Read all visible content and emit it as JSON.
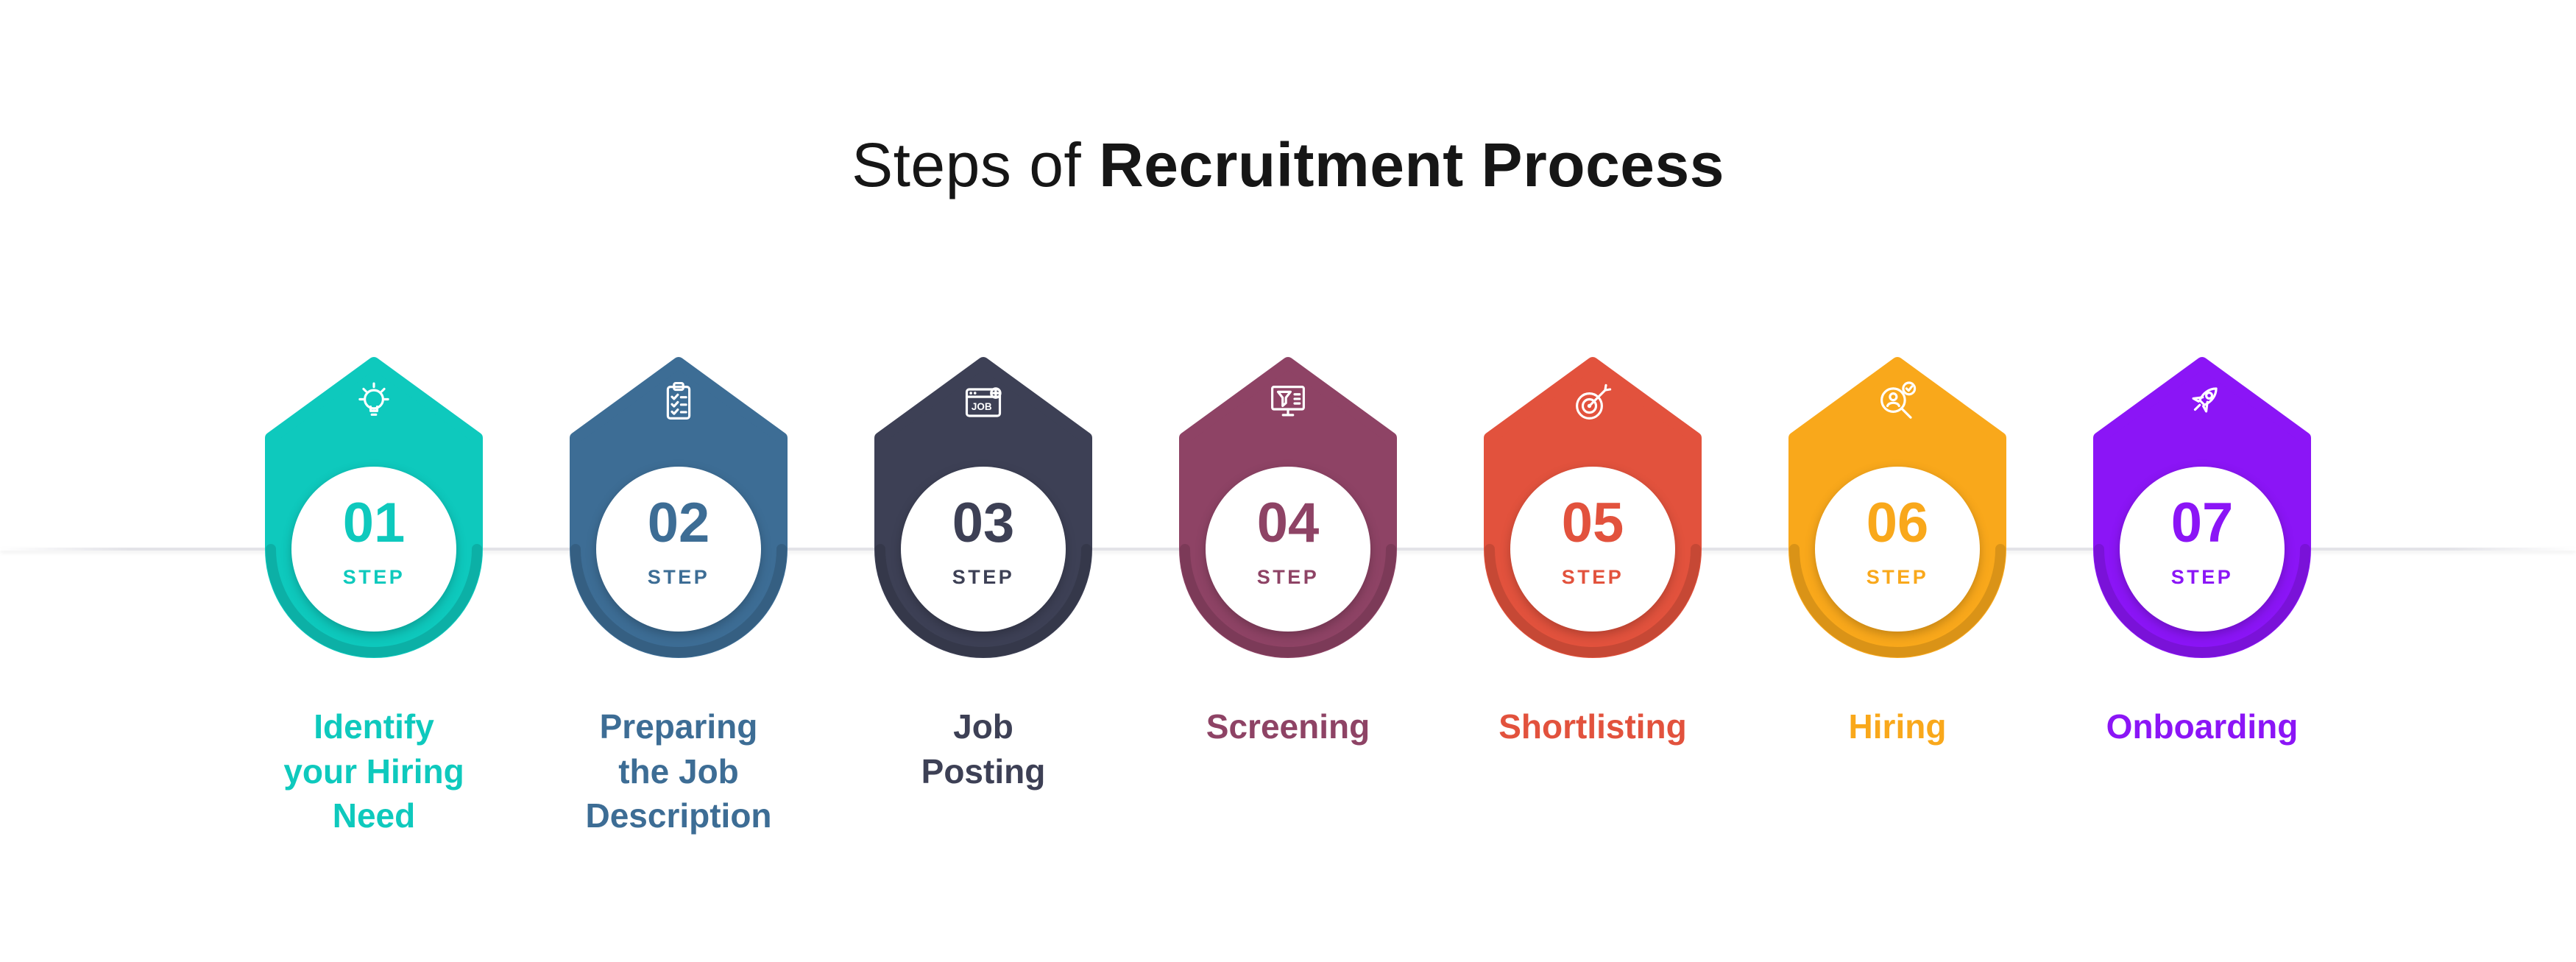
{
  "title": {
    "prefix": "Steps of",
    "bold": "Recruitment Process"
  },
  "steps": [
    {
      "number": "01",
      "step_word": "STEP",
      "label": "Identify\nyour Hiring\nNeed",
      "color": "#0ec9bd",
      "icon": "lightbulb-icon"
    },
    {
      "number": "02",
      "step_word": "STEP",
      "label": "Preparing\nthe Job\nDescription",
      "color": "#3d6d95",
      "icon": "clipboard-checklist-icon"
    },
    {
      "number": "03",
      "step_word": "STEP",
      "label": "Job\nPosting",
      "color": "#3d4055",
      "icon": "job-posting-icon"
    },
    {
      "number": "04",
      "step_word": "STEP",
      "label": "Screening",
      "color": "#8e4365",
      "icon": "screening-funnel-icon"
    },
    {
      "number": "05",
      "step_word": "STEP",
      "label": "Shortlisting",
      "color": "#e2523d",
      "icon": "target-arrow-icon"
    },
    {
      "number": "06",
      "step_word": "STEP",
      "label": "Hiring",
      "color": "#f9a81b",
      "icon": "search-candidate-icon"
    },
    {
      "number": "07",
      "step_word": "STEP",
      "label": "Onboarding",
      "color": "#8b15f6",
      "icon": "rocket-icon"
    }
  ]
}
